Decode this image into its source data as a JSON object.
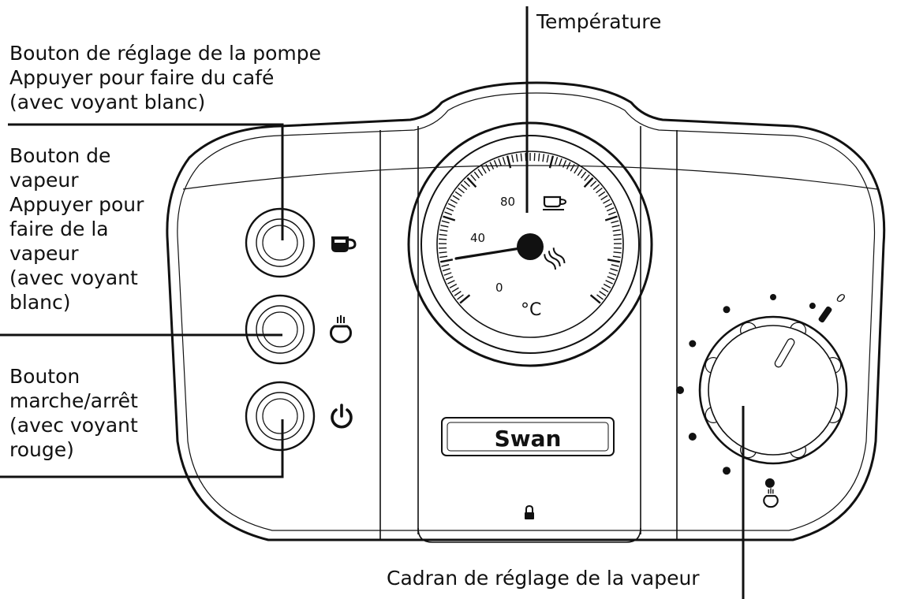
{
  "labels": {
    "temperature": "Température",
    "pump": [
      "Bouton de réglage de la pompe",
      "Appuyer pour faire du café",
      "(avec voyant blanc)"
    ],
    "steam": [
      "Bouton de",
      "vapeur",
      "Appuyer pour",
      "faire de la",
      "vapeur",
      "(avec voyant",
      "blanc)"
    ],
    "power": [
      "Bouton",
      "marche/arrêt",
      "(avec voyant",
      "rouge)"
    ],
    "steam_dial": "Cadran de réglage de la vapeur"
  },
  "gauge": {
    "tick_labels": [
      "0",
      "40",
      "80"
    ],
    "unit": "°C"
  },
  "dial": {
    "off_mark": "0"
  },
  "brand": "Swan",
  "icons": [
    "cup-icon",
    "steam-jug-icon",
    "power-icon",
    "steam-symbol-icon",
    "lock-icon"
  ]
}
